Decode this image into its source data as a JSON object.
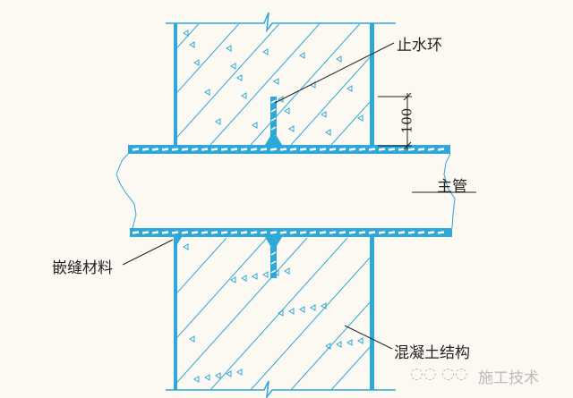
{
  "labels": {
    "water_stop_ring": "止水环",
    "main_pipe": "主管",
    "caulking_material": "嵌缝材料",
    "concrete_structure": "混凝土结构",
    "dimension": "100"
  },
  "watermark": "施工技术",
  "colors": {
    "structure": "#2ea8d8",
    "line": "#222222",
    "background": "#fbf9f2"
  }
}
